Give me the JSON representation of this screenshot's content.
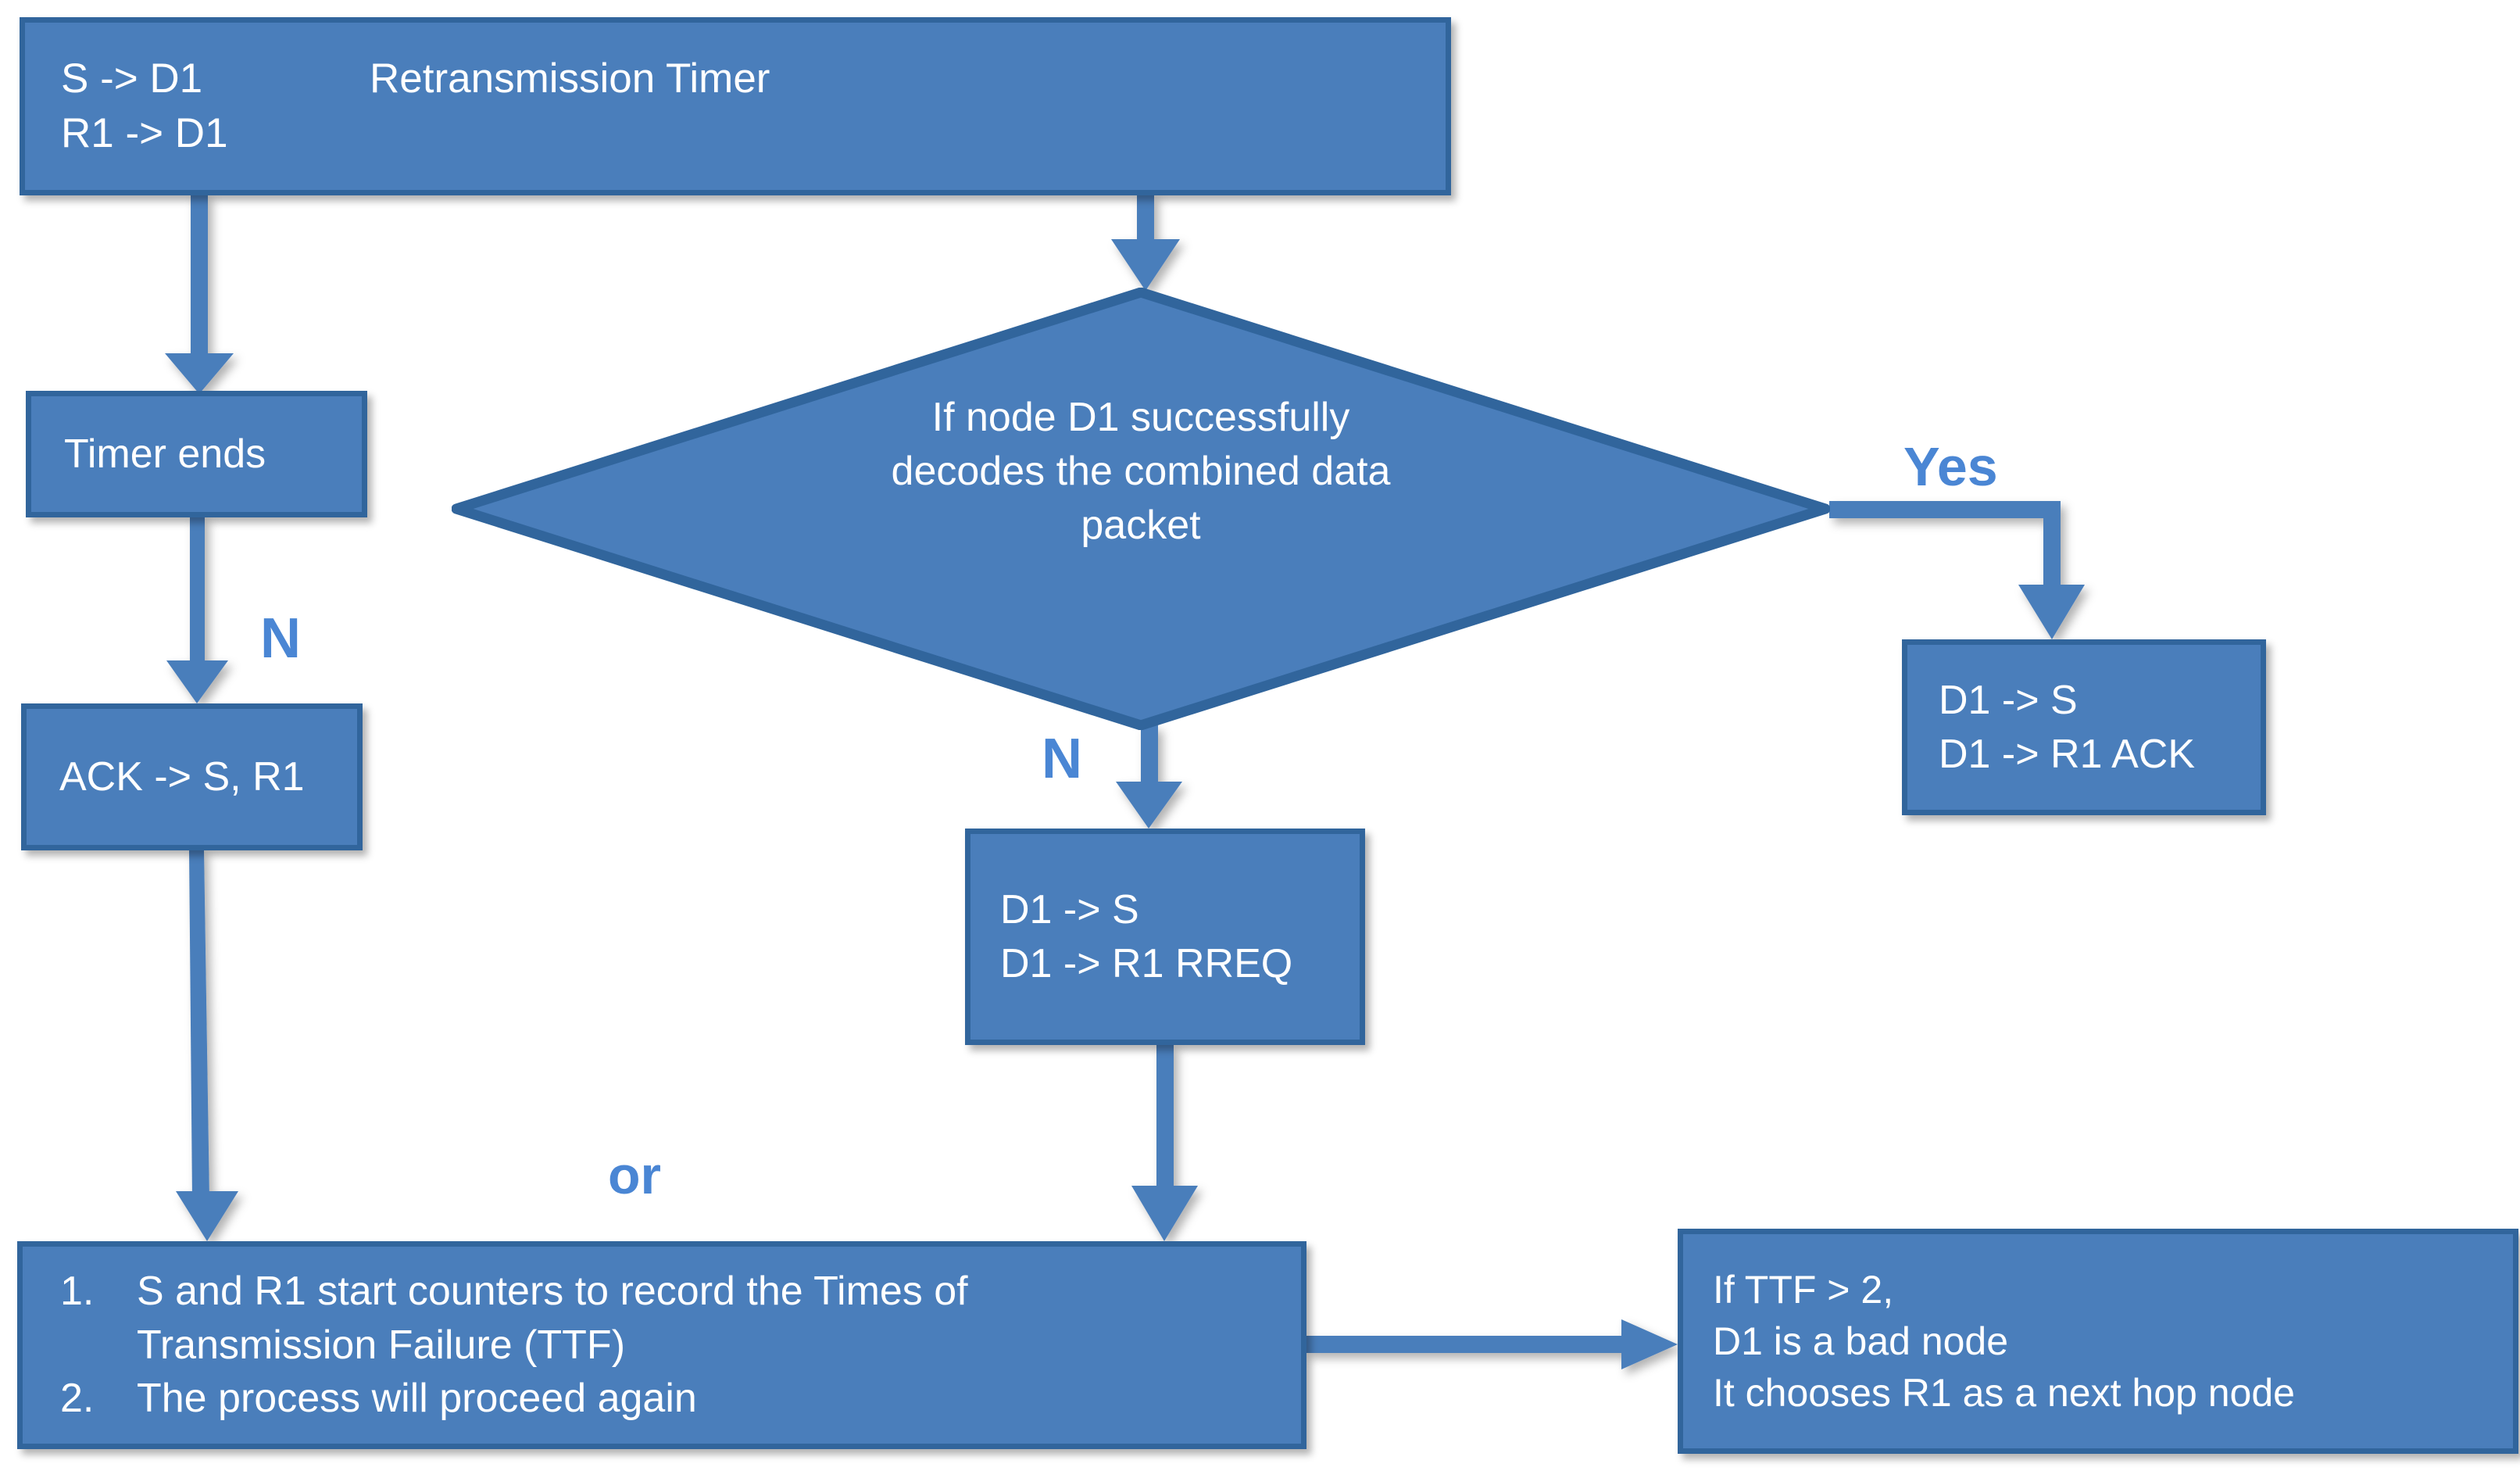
{
  "diagram": {
    "title": "Retransmission Timer Flowchart",
    "colors": {
      "node_fill": "#4a7ebb",
      "node_border": "#31659c",
      "connector": "#4a7ebb",
      "label_text": "#4a86d4",
      "node_text": "#ffffff",
      "background": "#ffffff"
    }
  },
  "nodes": {
    "retransmission_timer": {
      "left_col_line1": "S -> D1",
      "left_col_line2": "R1 -> D1",
      "right_col_line1": "Retransmission Timer",
      "right_col_line2": ""
    },
    "timer_ends": {
      "text": "Timer ends"
    },
    "ack_to_s_r1": {
      "text": "ACK -> S, R1"
    },
    "decision": {
      "text": "If node D1 successfully\ndecodes the combined data\npacket"
    },
    "d1_rreq": {
      "line1": "D1 -> S",
      "line2": "D1 -> R1  RREQ"
    },
    "d1_ack": {
      "line1": "D1 -> S",
      "line2": "D1 -> R1  ACK"
    },
    "counters": {
      "item1_num": "1.",
      "item1_text": "S and R1 start counters to record the Times of\nTransmission Failure (TTF)",
      "item2_num": "2.",
      "item2_text": "The process will proceed again"
    },
    "ttf_check": {
      "line1": "If TTF > 2,",
      "line2": "D1 is a bad node",
      "line3": "It chooses R1 as a next hop node"
    }
  },
  "branch_labels": {
    "no_left": "N",
    "no_center": "N",
    "yes_right": "Yes",
    "or": "or"
  }
}
